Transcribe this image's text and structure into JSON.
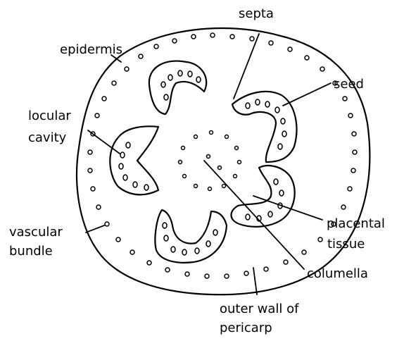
{
  "labels": {
    "septa": "septa",
    "epidermis": "epidermis",
    "seed": "seed",
    "locular_line1": "locular",
    "locular_line2": "cavity",
    "vascular_line1": "vascular",
    "vascular_line2": "bundle",
    "placental_line1": "placental",
    "placental_line2": "tissue",
    "columella": "columella",
    "outer_line1": "outer wall of",
    "outer_line2": "pericarp"
  },
  "colors": {
    "ink": "#000000",
    "background": "#ffffff"
  }
}
